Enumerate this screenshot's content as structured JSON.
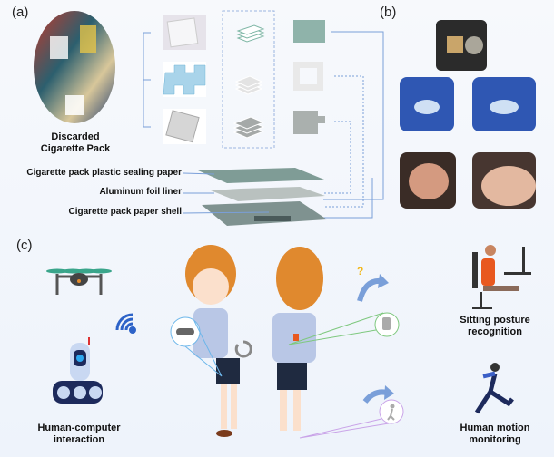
{
  "panel_a": {
    "label": "(a)",
    "pack_caption_line1": "Discarded",
    "pack_caption_line2": "Cigarette Pack",
    "layers": [
      "Cigarette pack plastic sealing paper",
      "Aluminum foil liner",
      "Cigarette pack paper shell"
    ]
  },
  "panel_b": {
    "label": "(b)"
  },
  "panel_c": {
    "label": "(c)",
    "hci_line1": "Human-computer",
    "hci_line2": "interaction",
    "sitting_line1": "Sitting posture",
    "sitting_line2": "recognition",
    "motion_line1": "Human motion",
    "motion_line2": "monitoring",
    "question_mark": "?"
  },
  "colors": {
    "accent_blue": "#7a9fd9",
    "teal_layer": "#8fb3aa",
    "gray_layer": "#a9b1b0",
    "hair": "#e0892e",
    "shirt": "#b9c7e6"
  }
}
